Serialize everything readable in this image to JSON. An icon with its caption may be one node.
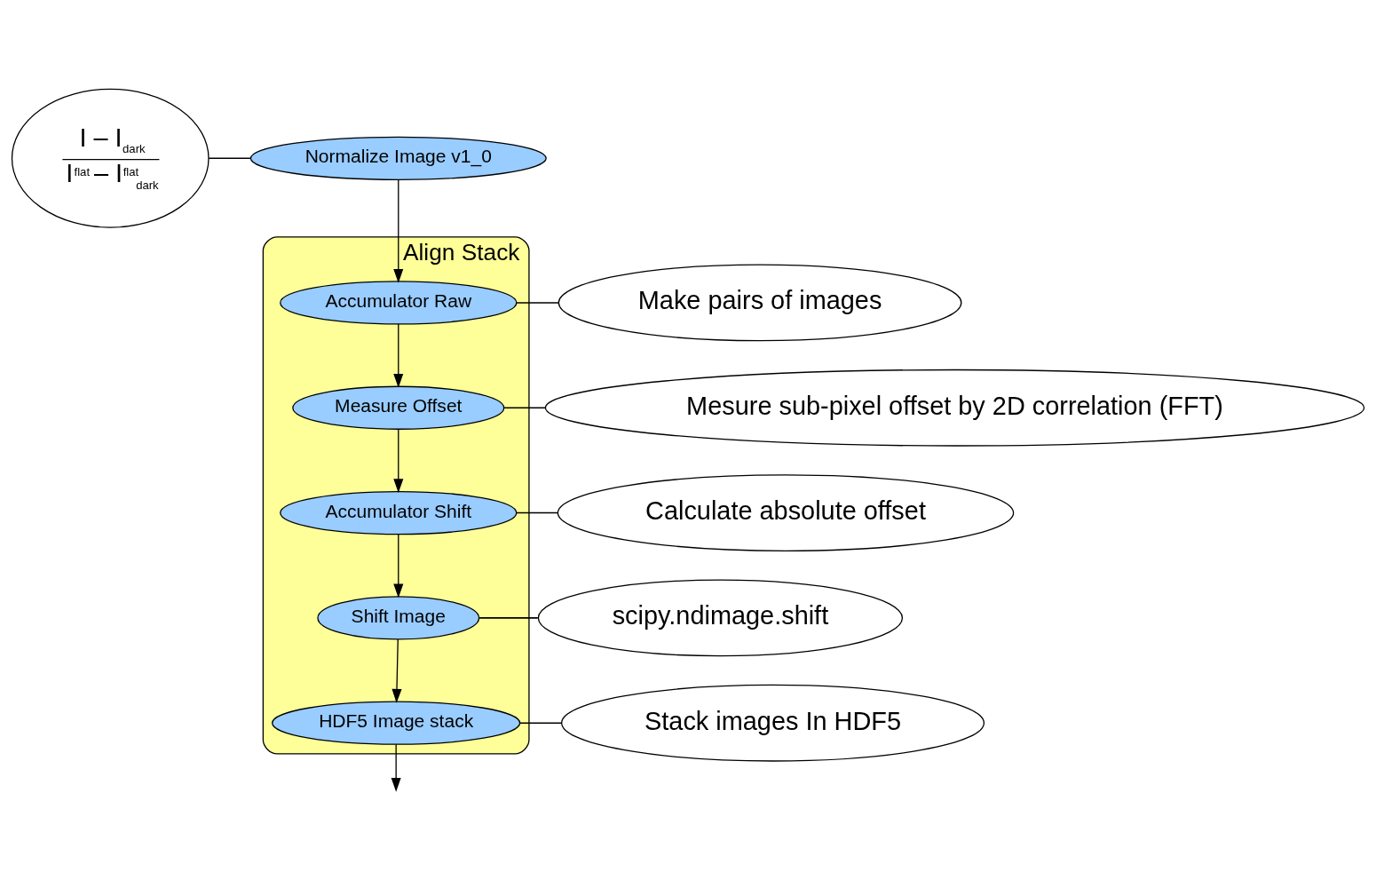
{
  "diagram": {
    "nodes": [
      {
        "text": [
          "Align Stack"
        ]
      },
      {
        "text": [
          "Normalize Image v1_0"
        ]
      },
      {
        "text": [
          "Accumulator Raw"
        ],
        "in": 0
      },
      {
        "text": [
          "Measure Offset"
        ],
        "in": 0
      },
      {
        "text": [
          "Accumulator Shift"
        ],
        "in": 0
      },
      {
        "text": [
          "Shift Image"
        ],
        "in": 0
      },
      {
        "text": [
          "HDF5 Image stack"
        ],
        "in": 0
      },
      {
        "text": [
          "I – I$_{dark}$",
          "I$^{flat}$ – I$^{flat}$$_{dark}$"
        ]
      },
      {
        "text": [
          "Make pairs of images"
        ]
      },
      {
        "text": [
          "Mesure sub-pixel offset by 2D correlation (FFT)"
        ]
      },
      {
        "text": [
          "Calculate absolute offset"
        ]
      },
      {
        "text": [
          "scipy.ndimage.shift"
        ]
      },
      {
        "text": [
          "Stack images In HDF5"
        ]
      }
    ],
    "edges": [
      {
        "from": 1,
        "to": 2,
        "arrow": "to"
      },
      {
        "from": 2,
        "to": 3,
        "arrow": "to"
      },
      {
        "from": 3,
        "to": 4,
        "arrow": "to"
      },
      {
        "from": 4,
        "to": 5,
        "arrow": "to"
      },
      {
        "from": 5,
        "to": 6,
        "arrow": "to"
      },
      {
        "from": 6,
        "to": null,
        "arrow": "to"
      },
      {
        "from": 7,
        "to": 1,
        "arrow": "none"
      },
      {
        "from": 8,
        "to": 2,
        "arrow": "none"
      },
      {
        "from": 9,
        "to": 3,
        "arrow": "none"
      },
      {
        "from": 10,
        "to": 4,
        "arrow": "none"
      },
      {
        "from": 11,
        "to": 5,
        "arrow": "none"
      },
      {
        "from": 12,
        "to": 6,
        "arrow": "none"
      }
    ]
  }
}
